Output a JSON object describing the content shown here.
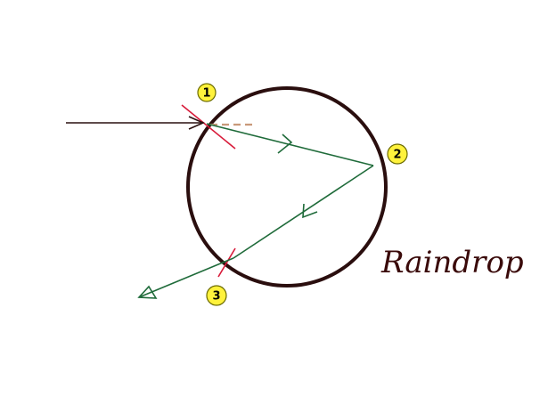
{
  "labels": {
    "title": "Raindrop",
    "point_1": "1",
    "point_2": "2",
    "point_3": "3"
  },
  "colors": {
    "drop_outline": "#2a0e0e",
    "incoming_ray": "#2a1010",
    "internal_ray": "#1f6b3a",
    "normal_line": "#d81b3a",
    "dashed_extension": "#c9997a",
    "marker_fill": "#fff23c",
    "marker_stroke": "#6b6b00",
    "title_text": "#3a0a0a"
  }
}
